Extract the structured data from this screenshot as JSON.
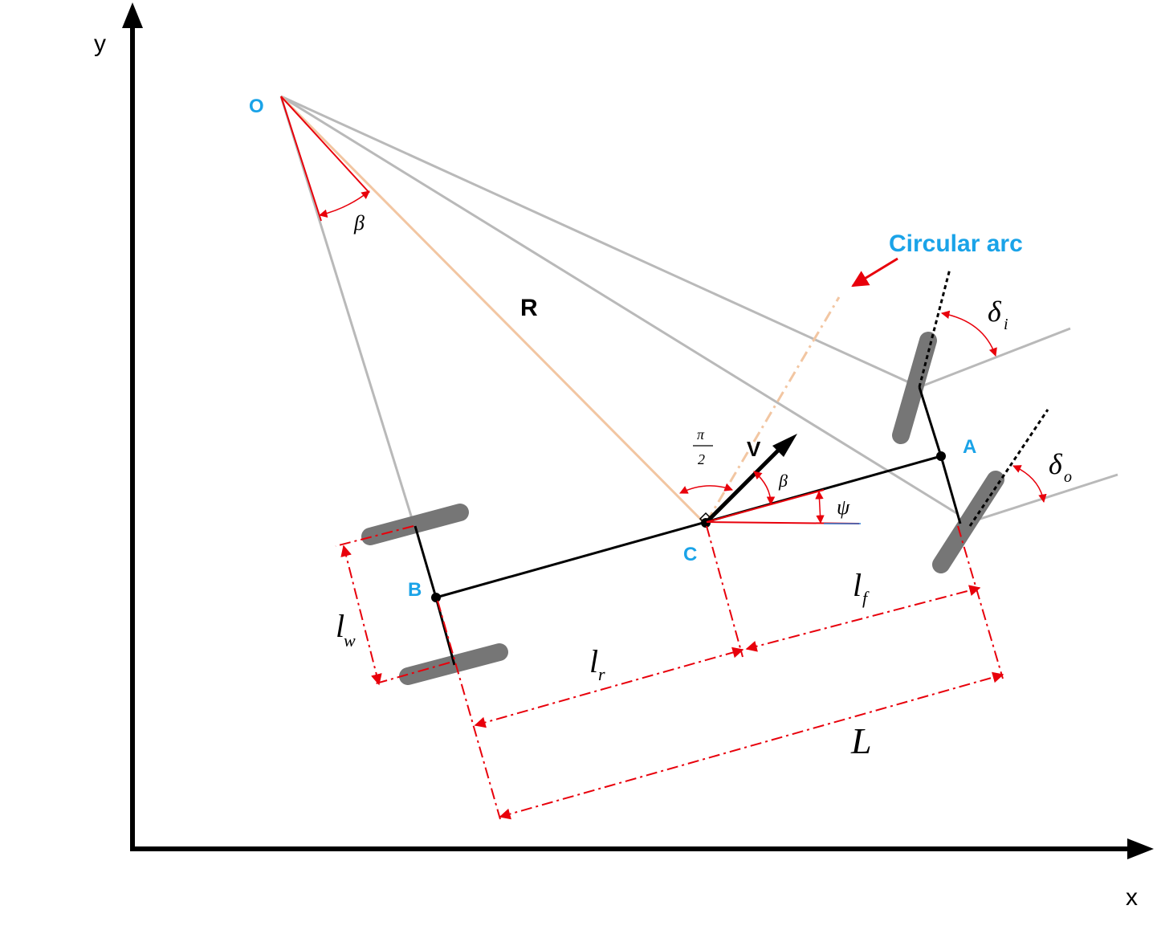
{
  "axes": {
    "x_label": "x",
    "y_label": "y"
  },
  "points": {
    "O": "O",
    "A": "A",
    "B": "B",
    "C": "C"
  },
  "labels": {
    "radius": "R",
    "velocity": "V",
    "circular_arc": "Circular arc",
    "beta_top": "β",
    "beta_mid": "β",
    "psi": "ψ",
    "pi": "π",
    "two": "2",
    "delta": "δ",
    "delta_i_sub": "i",
    "delta_o_sub": "o",
    "l": "l",
    "lf_sub": "f",
    "lr_sub": "r",
    "lw_sub": "w",
    "L": "L"
  },
  "colors": {
    "axis": "#000000",
    "body": "#000000",
    "construction": "#b9b9b9",
    "radius_line": "#f2c6a2",
    "dimension": "#e8000b",
    "wheel": "#767676",
    "point_label": "#1aa3e8",
    "arc_label": "#1aa3e8"
  }
}
